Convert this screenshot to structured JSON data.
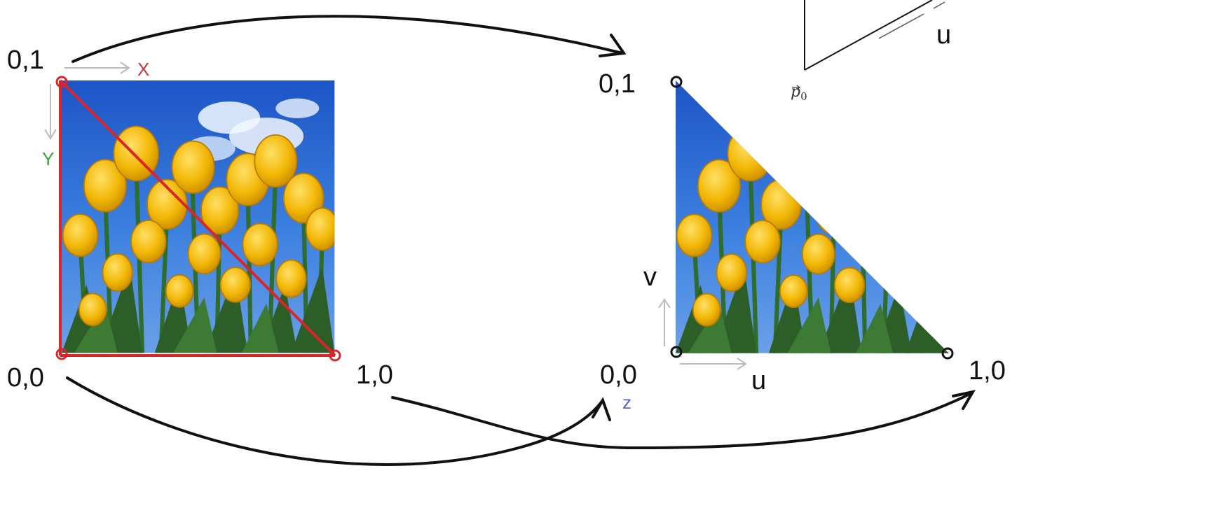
{
  "left_image": {
    "corner_top_left": "0,1",
    "corner_bottom_left": "0,0",
    "corner_bottom_right": "1,0",
    "axis_x": "X",
    "axis_y": "Y"
  },
  "right_image": {
    "corner_top_left": "0,1",
    "corner_bottom_left": "0,0",
    "corner_bottom_right": "1,0",
    "axis_v": "v",
    "axis_u": "u",
    "partial_glyph": "z"
  },
  "inset_figure": {
    "axis_u": "u",
    "point_label": "p0"
  },
  "colors": {
    "triangle_outline": "#d8262b",
    "axis_x": "#cc3333",
    "axis_y": "#33aa33",
    "arrows": "#111111",
    "sky": "#2f6fd6",
    "tulip": "#f1c21b",
    "stem": "#2f6d2f"
  }
}
